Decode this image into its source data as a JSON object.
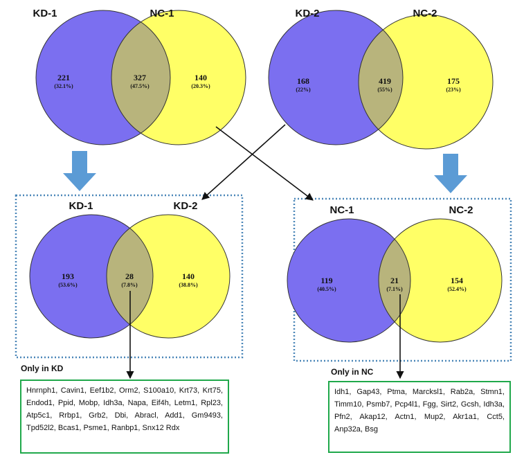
{
  "colors": {
    "set_left": "#7b6ff0",
    "set_right": "#ffff66",
    "overlap": "#b8b47c",
    "outline": "#333333",
    "down_arrow": "#5b9bd5",
    "dotted_frame": "#4a86b8",
    "gene_box_border": "#1fa84a"
  },
  "top_left": {
    "left_label": "KD-1",
    "right_label": "NC-1",
    "left_count": "221",
    "left_pct": "(32.1%)",
    "overlap_count": "327",
    "overlap_pct": "(47.5%)",
    "right_count": "140",
    "right_pct": "(20.3%)"
  },
  "top_right": {
    "left_label": "KD-2",
    "right_label": "NC-2",
    "left_count": "168",
    "left_pct": "(22%)",
    "overlap_count": "419",
    "overlap_pct": "(55%)",
    "right_count": "175",
    "right_pct": "(23%)"
  },
  "bottom_left": {
    "left_label": "KD-1",
    "right_label": "KD-2",
    "left_count": "193",
    "left_pct": "(53.6%)",
    "overlap_count": "28",
    "overlap_pct": "(7.8%)",
    "right_count": "140",
    "right_pct": "(38.8%)"
  },
  "bottom_right": {
    "left_label": "NC-1",
    "right_label": "NC-2",
    "left_count": "119",
    "left_pct": "(40.5%)",
    "overlap_count": "21",
    "overlap_pct": "(7.1%)",
    "right_count": "154",
    "right_pct": "(52.4%)"
  },
  "only_kd": {
    "title": "Only in KD",
    "genes": "Hnrnph1, Cavin1, Eef1b2, Orm2, S100a10, Krt73, Krt75, Endod1, Ppid, Mobp, Idh3a, Napa, Eif4h, Letm1, Rpl23, Atp5c1, Rrbp1, Grb2, Dbi, Abracl, Add1, Gm9493, Tpd52l2, Bcas1, Psme1, Ranbp1, Snx12 Rdx"
  },
  "only_nc": {
    "title": "Only in NC",
    "genes": "Idh1, Gap43, Ptma, Marcksl1, Rab2a, Stmn1, Timm10, Psmb7, Pcp4l1, Fgg, Sirt2, Gcsh, Idh3a, Pfn2, Akap12, Actn1, Mup2, Akr1a1, Cct5, Anp32a, Bsg"
  }
}
